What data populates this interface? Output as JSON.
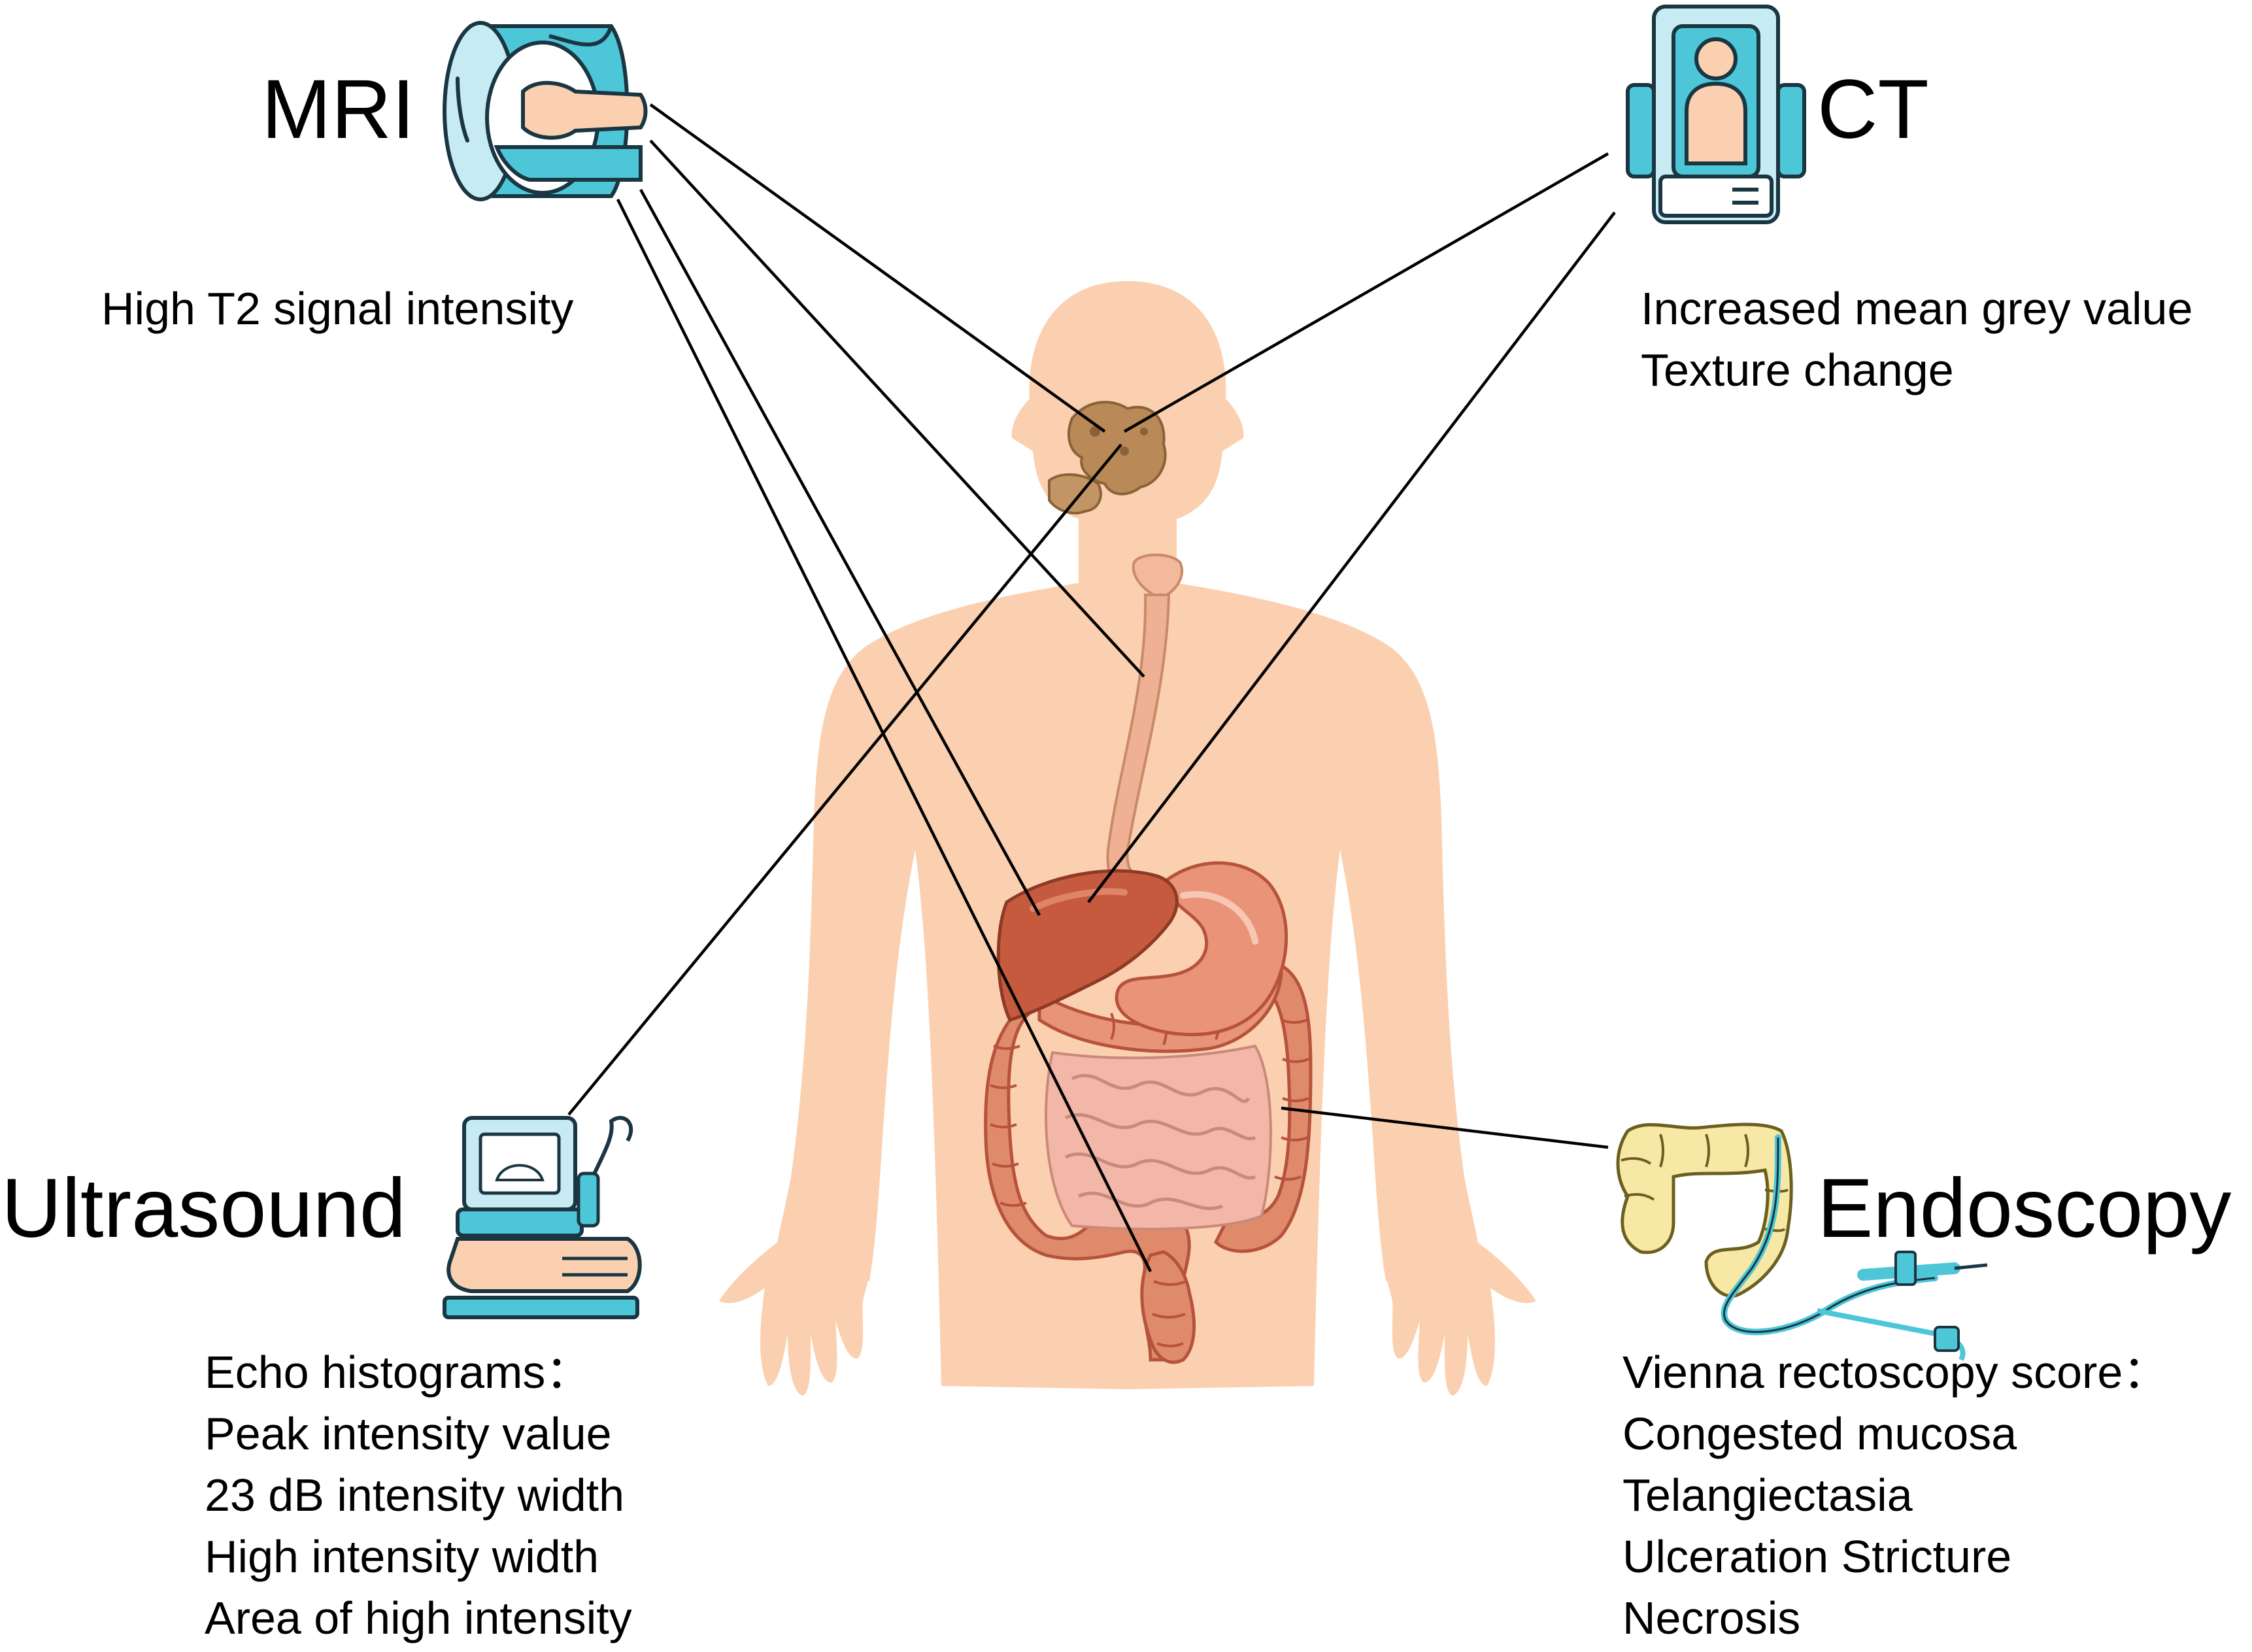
{
  "colors": {
    "skin": "#fbd0b0",
    "skin_dark": "#f3b894",
    "organ": "#d9755a",
    "organ_dark": "#b7523c",
    "liver": "#c55a3e",
    "salivary": "#b98a58",
    "device_blue": "#4dc6d8",
    "device_light": "#c6ebf2",
    "device_outline": "#1a3642",
    "colon_yellow": "#f7e8a6",
    "line": "#000000"
  },
  "modalities": {
    "mri": {
      "title": "MRI",
      "icon": "mri-scanner-icon",
      "findings": [
        "High T2 signal  intensity"
      ]
    },
    "ct": {
      "title": "CT",
      "icon": "ct-scanner-icon",
      "findings": [
        "Increased mean grey value",
        "Texture change"
      ]
    },
    "ultrasound": {
      "title": "Ultrasound",
      "icon": "ultrasound-machine-icon",
      "findings": [
        "Echo histograms：",
        "Peak intensity value",
        "23 dB intensity width",
        "High intensity width",
        "Area of high intensity"
      ]
    },
    "endoscopy": {
      "title": "Endoscopy",
      "icon": "colonoscope-icon",
      "findings": [
        "Vienna rectoscopy score：",
        "Congested mucosa",
        "Telangiectasia",
        "Ulceration Stricture",
        "Necrosis"
      ]
    }
  },
  "body_illustration": {
    "icon": "human-body-digestive-system-icon",
    "organs": [
      "salivary-gland",
      "esophagus",
      "liver",
      "stomach",
      "small-intestine",
      "colon",
      "rectum"
    ]
  }
}
